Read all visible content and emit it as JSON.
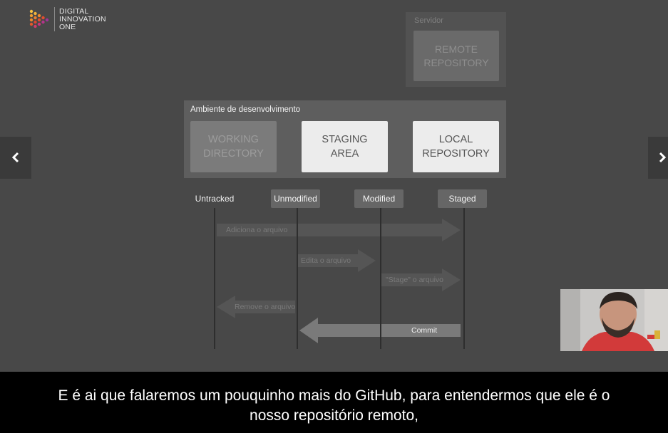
{
  "logo": {
    "line1": "DIGITAL",
    "line2": "INNOVATION",
    "line3": "ONE"
  },
  "server": {
    "label": "Servidor",
    "remote_line1": "REMOTE",
    "remote_line2": "REPOSITORY"
  },
  "dev": {
    "label": "Ambiente de desenvolvimento",
    "working_line1": "WORKING",
    "working_line2": "DIRECTORY",
    "staging_line1": "STAGING",
    "staging_line2": "AREA",
    "local_line1": "LOCAL",
    "local_line2": "REPOSITORY"
  },
  "statuses": {
    "untracked": "Untracked",
    "unmodified": "Unmodified",
    "modified": "Modified",
    "staged": "Staged"
  },
  "arrows": {
    "add": "Adiciona o arquivo",
    "edit": "Edita o arquivo",
    "stage": "\"Stage\" o arquivo",
    "remove": "Remove o arquivo",
    "commit": "Commit"
  },
  "nav": {
    "prev": "‹",
    "next": "›"
  },
  "subtitle": {
    "line1": "E é ai que falaremos um pouquinho mais do GitHub, para entendermos que ele é o",
    "line2": "nosso repositório remoto,"
  },
  "colors": {
    "background": "#484848",
    "subtitle_bg": "#000000",
    "accent_red": "#d23a3a"
  }
}
